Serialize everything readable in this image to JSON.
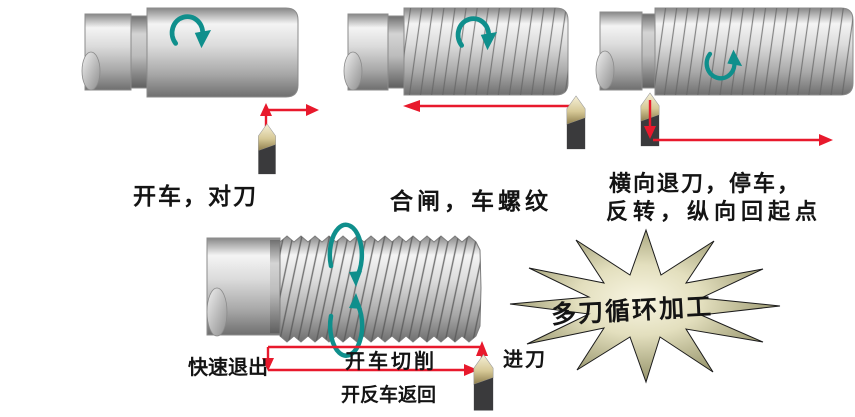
{
  "figure": "lathe-thread-cutting-steps",
  "colors": {
    "background": "#ffffff",
    "rotation_arrow": "#0f8f8c",
    "toolpath_arrow": "#e8192c",
    "text": "#141414",
    "metal_light": "#f4f4f4",
    "metal_mid": "#c4c4c4",
    "metal_dark": "#737373",
    "tool_body": "#3a3a3c",
    "tool_tip_light": "#f6f0d8",
    "tool_tip_dark": "#8f7f4e",
    "burst_center": "#f8f5e2",
    "burst_edge": "#8b895f"
  },
  "panels": [
    {
      "step": 1,
      "caption": "开车，对刀"
    },
    {
      "step": 2,
      "caption": "合闸，车螺纹"
    },
    {
      "step": 3,
      "caption_line1": "横向退刀，停车，",
      "caption_line2": "反转，纵向回起点"
    },
    {
      "step": 4,
      "labels": {
        "rapid_retract": "快速退出",
        "cutting": "开车切削",
        "reverse_return": "开反车返回",
        "feed_in": "进刀"
      }
    }
  ],
  "burst": {
    "label": "多刀循环加工"
  },
  "icons": [
    "rotation-cw-arrow-icon",
    "rotation-ccw-arrow-icon",
    "rotation-cycle-arrow-icon",
    "cutting-tool-icon",
    "toolpath-arrow-icon",
    "starburst-shape"
  ]
}
